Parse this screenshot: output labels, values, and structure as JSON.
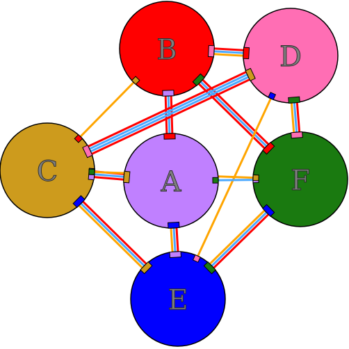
{
  "colors": {
    "background": "#ffffff",
    "outline": "#000000",
    "red": "#ff0000",
    "pink": "#ff6eb4",
    "gold": "#cd9b1d",
    "lavender": "#c080ff",
    "green": "#1a7a10",
    "blue": "#0000ff",
    "orange": "#ffa500",
    "skyblue": "#4aa8ff"
  },
  "nodes": [
    {
      "id": "B",
      "label": "B",
      "color": "#ff0000"
    },
    {
      "id": "D",
      "label": "D",
      "color": "#ff6eb4"
    },
    {
      "id": "C",
      "label": "C",
      "color": "#cd9b1d"
    },
    {
      "id": "A",
      "label": "A",
      "color": "#c080ff"
    },
    {
      "id": "F",
      "label": "F",
      "color": "#1a7a10"
    },
    {
      "id": "E",
      "label": "E",
      "color": "#0000ff"
    }
  ],
  "edges": [
    {
      "from": "B",
      "to": "C",
      "stripes": [
        "#ffa500"
      ]
    },
    {
      "from": "B",
      "to": "D",
      "stripes": [
        "#ff0000",
        "#4aa8ff",
        "#ffa500"
      ]
    },
    {
      "from": "B",
      "to": "A",
      "stripes": [
        "#ff0000",
        "#4aa8ff",
        "#ff0000"
      ]
    },
    {
      "from": "B",
      "to": "F",
      "stripes": [
        "#ff0000",
        "#4aa8ff",
        "#ff0000"
      ]
    },
    {
      "from": "D",
      "to": "C",
      "stripes": [
        "#ff0000",
        "#4aa8ff",
        "#4aa8ff",
        "#ff0000"
      ]
    },
    {
      "from": "D",
      "to": "F",
      "stripes": [
        "#ff0000",
        "#4aa8ff",
        "#ffa500"
      ]
    },
    {
      "from": "D",
      "to": "E",
      "stripes": [
        "#ffa500"
      ]
    },
    {
      "from": "C",
      "to": "A",
      "stripes": [
        "#ff0000",
        "#4aa8ff",
        "#ff0000"
      ]
    },
    {
      "from": "C",
      "to": "E",
      "stripes": [
        "#ff0000",
        "#4aa8ff",
        "#ffa500"
      ]
    },
    {
      "from": "A",
      "to": "F",
      "stripes": [
        "#4aa8ff"
      ]
    },
    {
      "from": "A",
      "to": "E",
      "stripes": [
        "#ff0000",
        "#4aa8ff",
        "#ffa500"
      ]
    },
    {
      "from": "F",
      "to": "E",
      "stripes": [
        "#ff0000",
        "#4aa8ff",
        "#ffa500"
      ]
    },
    {
      "from": "C",
      "to": "F",
      "stripes": [
        "#ffa500"
      ]
    }
  ]
}
